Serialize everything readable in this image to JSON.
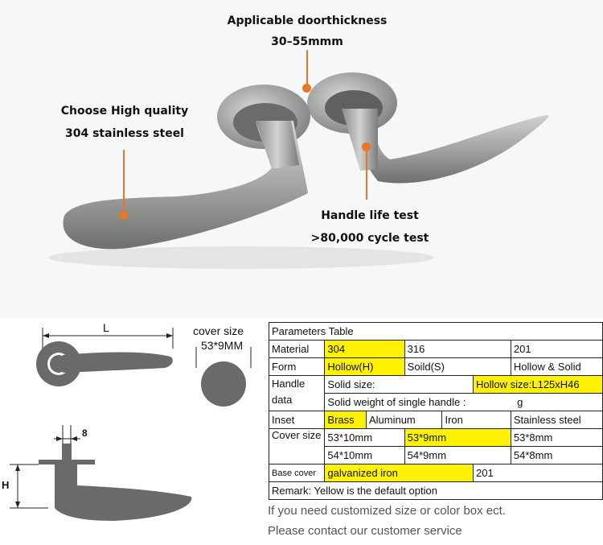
{
  "photo": {
    "annotations": {
      "thickness_title": "Applicable doorthickness",
      "thickness_value": "30–55mmm",
      "quality_title": "Choose High quality",
      "quality_value": "304 stainless steel",
      "life_title": "Handle life test",
      "life_value": ">80,000 cycle test"
    },
    "accent_color": "#e8762b"
  },
  "drawings": {
    "length_label": "L",
    "cover_size_title": "cover size",
    "cover_size_value": "53*9MM",
    "width_label": "8",
    "height_label": "H"
  },
  "params_table": {
    "title": "Parameters Table",
    "material": {
      "label": "Material",
      "options": [
        "304",
        "316",
        "201"
      ]
    },
    "form": {
      "label": "Form",
      "options": [
        "Hollow(H)",
        "Soild(S)",
        "Hollow & Solid"
      ]
    },
    "handle_data": {
      "label_line1": "Handle",
      "label_line2": "data",
      "solid_size": "Solid size:",
      "hollow_size": "Hollow size:L125xH46",
      "solid_weight": "Solid weight of single handle :",
      "weight_unit": "g"
    },
    "inset": {
      "label": "Inset",
      "options": [
        "Brass",
        "Aluminum",
        "Iron",
        "Stainless steel"
      ]
    },
    "cover_size": {
      "label": "Cover size",
      "row1": [
        "53*10mm",
        "53*9mm",
        "53*8mm"
      ],
      "row2": [
        "54*10mm",
        "54*9mm",
        "54*8mm"
      ]
    },
    "base_cover": {
      "label": "Base cover",
      "options": [
        "galvanized iron",
        "201"
      ]
    },
    "remark": "Remark: Yellow is the default option",
    "highlight_color": "#fff200"
  },
  "footer": {
    "line1": "If you need customized size or color box ect.",
    "line2": "Please contact our customer service"
  }
}
